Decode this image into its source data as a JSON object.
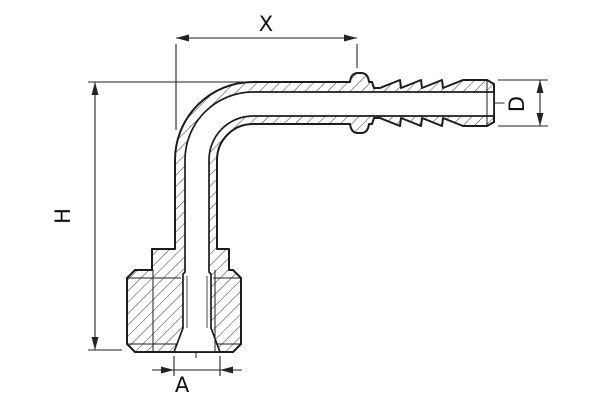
{
  "page": {
    "background": "#ffffff",
    "line_color": "#1c1c1c"
  },
  "drawing": {
    "title": "90-degree elbow hose barb fitting, sectional view",
    "labels": {
      "x": "X",
      "d": "D",
      "h": "H",
      "a": "A"
    }
  }
}
